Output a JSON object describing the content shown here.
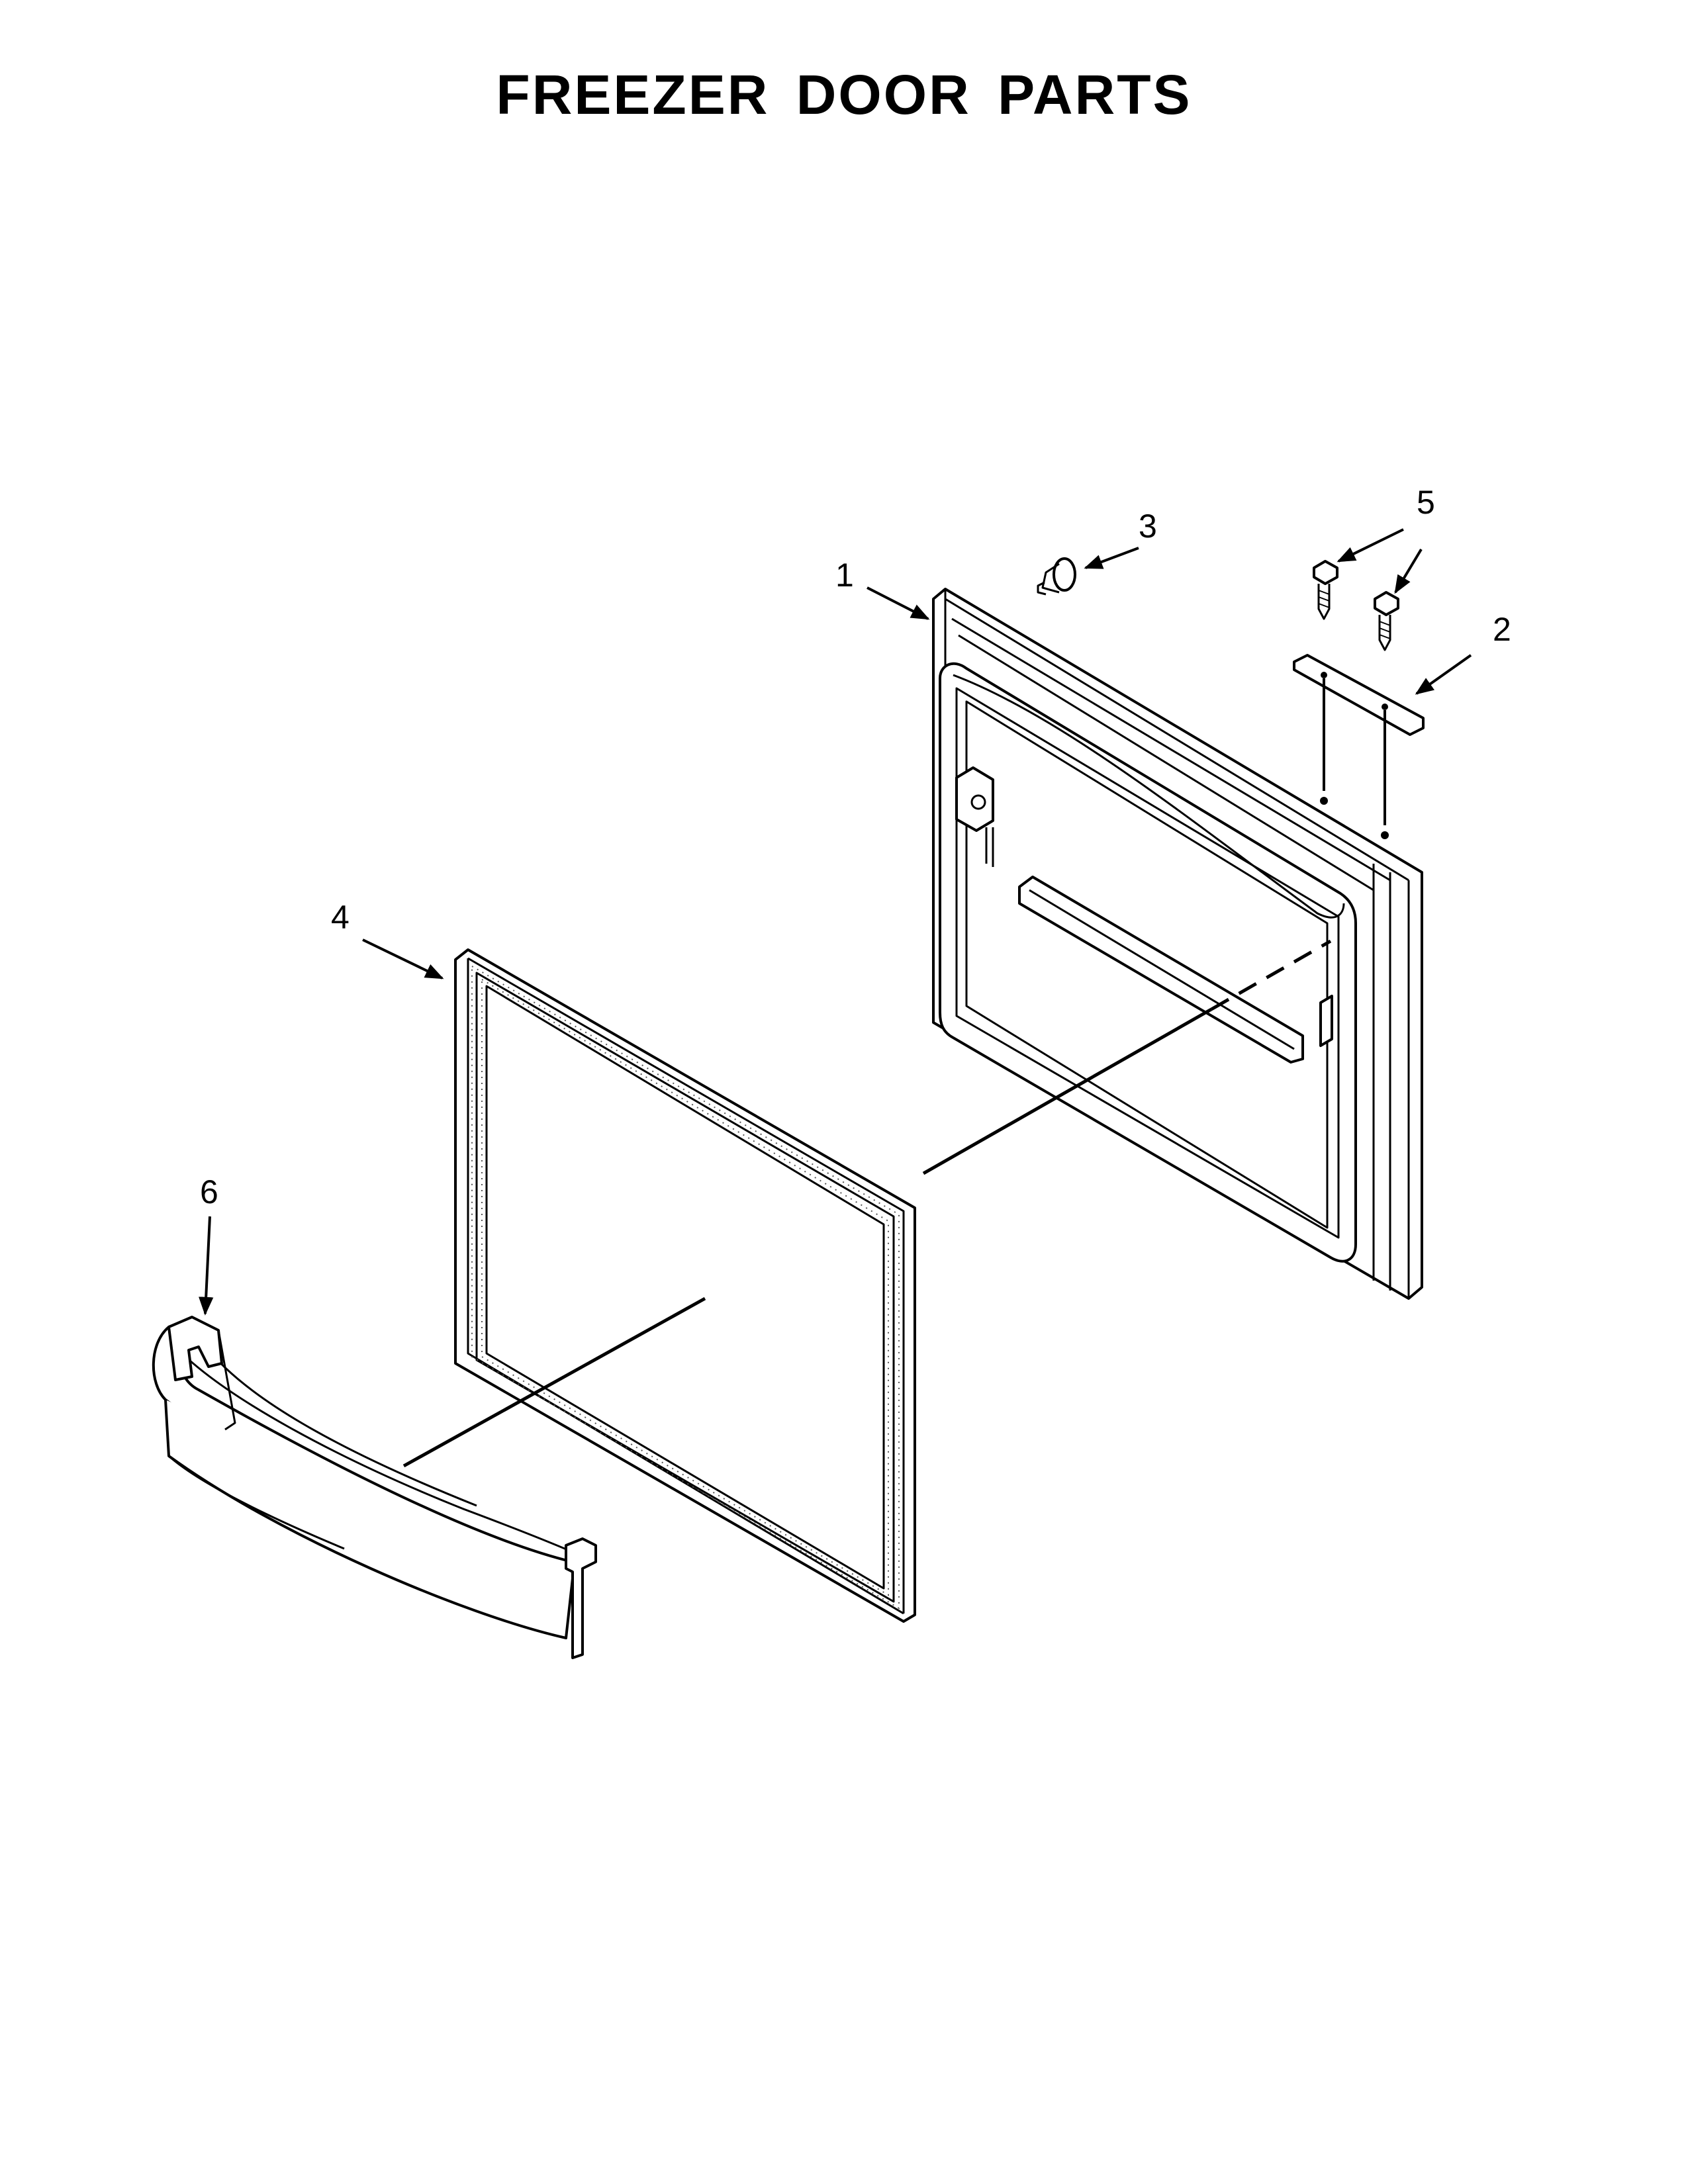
{
  "title": "FREEZER DOOR PARTS",
  "callouts": {
    "door": "1",
    "bracket": "2",
    "stop": "3",
    "gasket": "4",
    "screw": "5",
    "bin": "6"
  },
  "colors": {
    "line": "#000000",
    "background": "#ffffff"
  }
}
